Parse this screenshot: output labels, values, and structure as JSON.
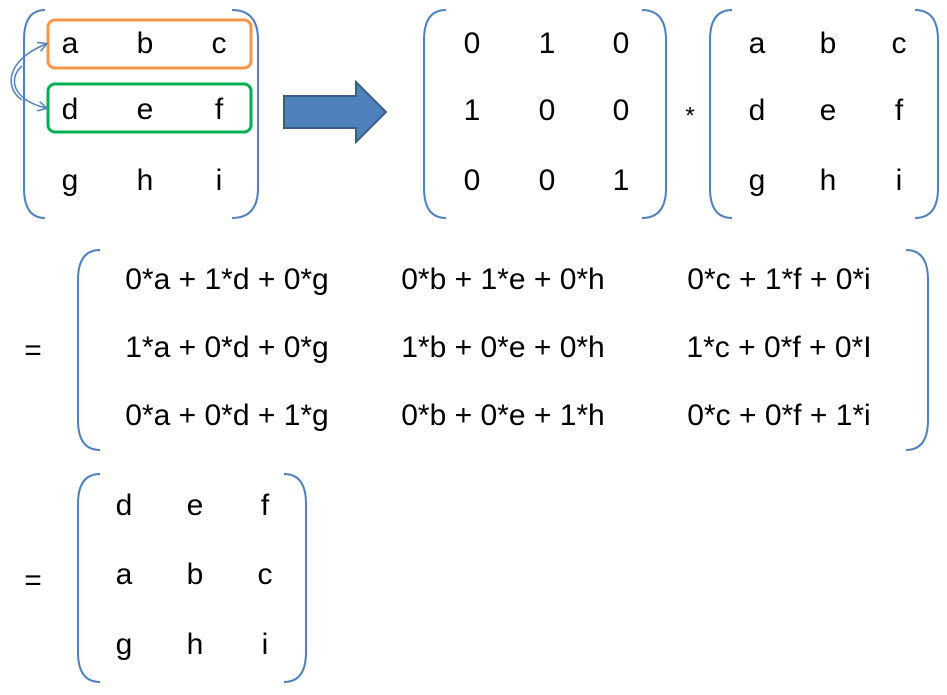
{
  "colors": {
    "bracket": "#4F81BD",
    "row_highlight_1": "#F79646",
    "row_highlight_2": "#00B050",
    "arrow_fill": "#4F81BD",
    "arrow_stroke": "#385D8A",
    "swap_arrow": "#4F81BD"
  },
  "source_matrix": {
    "rows": [
      [
        "a",
        "b",
        "c"
      ],
      [
        "d",
        "e",
        "f"
      ],
      [
        "g",
        "h",
        "i"
      ]
    ]
  },
  "permutation_matrix": {
    "rows": [
      [
        "0",
        "1",
        "0"
      ],
      [
        "1",
        "0",
        "0"
      ],
      [
        "0",
        "0",
        "1"
      ]
    ]
  },
  "multiply_sign": "*",
  "operand_matrix": {
    "rows": [
      [
        "a",
        "b",
        "c"
      ],
      [
        "d",
        "e",
        "f"
      ],
      [
        "g",
        "h",
        "i"
      ]
    ]
  },
  "equals_1": "=",
  "expanded_matrix": {
    "rows": [
      [
        "0*a + 1*d + 0*g",
        "0*b + 1*e + 0*h",
        "0*c + 1*f + 0*i"
      ],
      [
        "1*a + 0*d + 0*g",
        "1*b + 0*e + 0*h",
        "1*c + 0*f + 0*I"
      ],
      [
        "0*a + 0*d + 1*g",
        "0*b + 0*e + 1*h",
        "0*c + 0*f + 1*i"
      ]
    ]
  },
  "equals_2": "=",
  "result_matrix": {
    "rows": [
      [
        "d",
        "e",
        "f"
      ],
      [
        "a",
        "b",
        "c"
      ],
      [
        "g",
        "h",
        "i"
      ]
    ]
  },
  "icons": {
    "transform_arrow": "right-block-arrow-icon",
    "swap_arrow": "curved-swap-arrow-icon"
  }
}
